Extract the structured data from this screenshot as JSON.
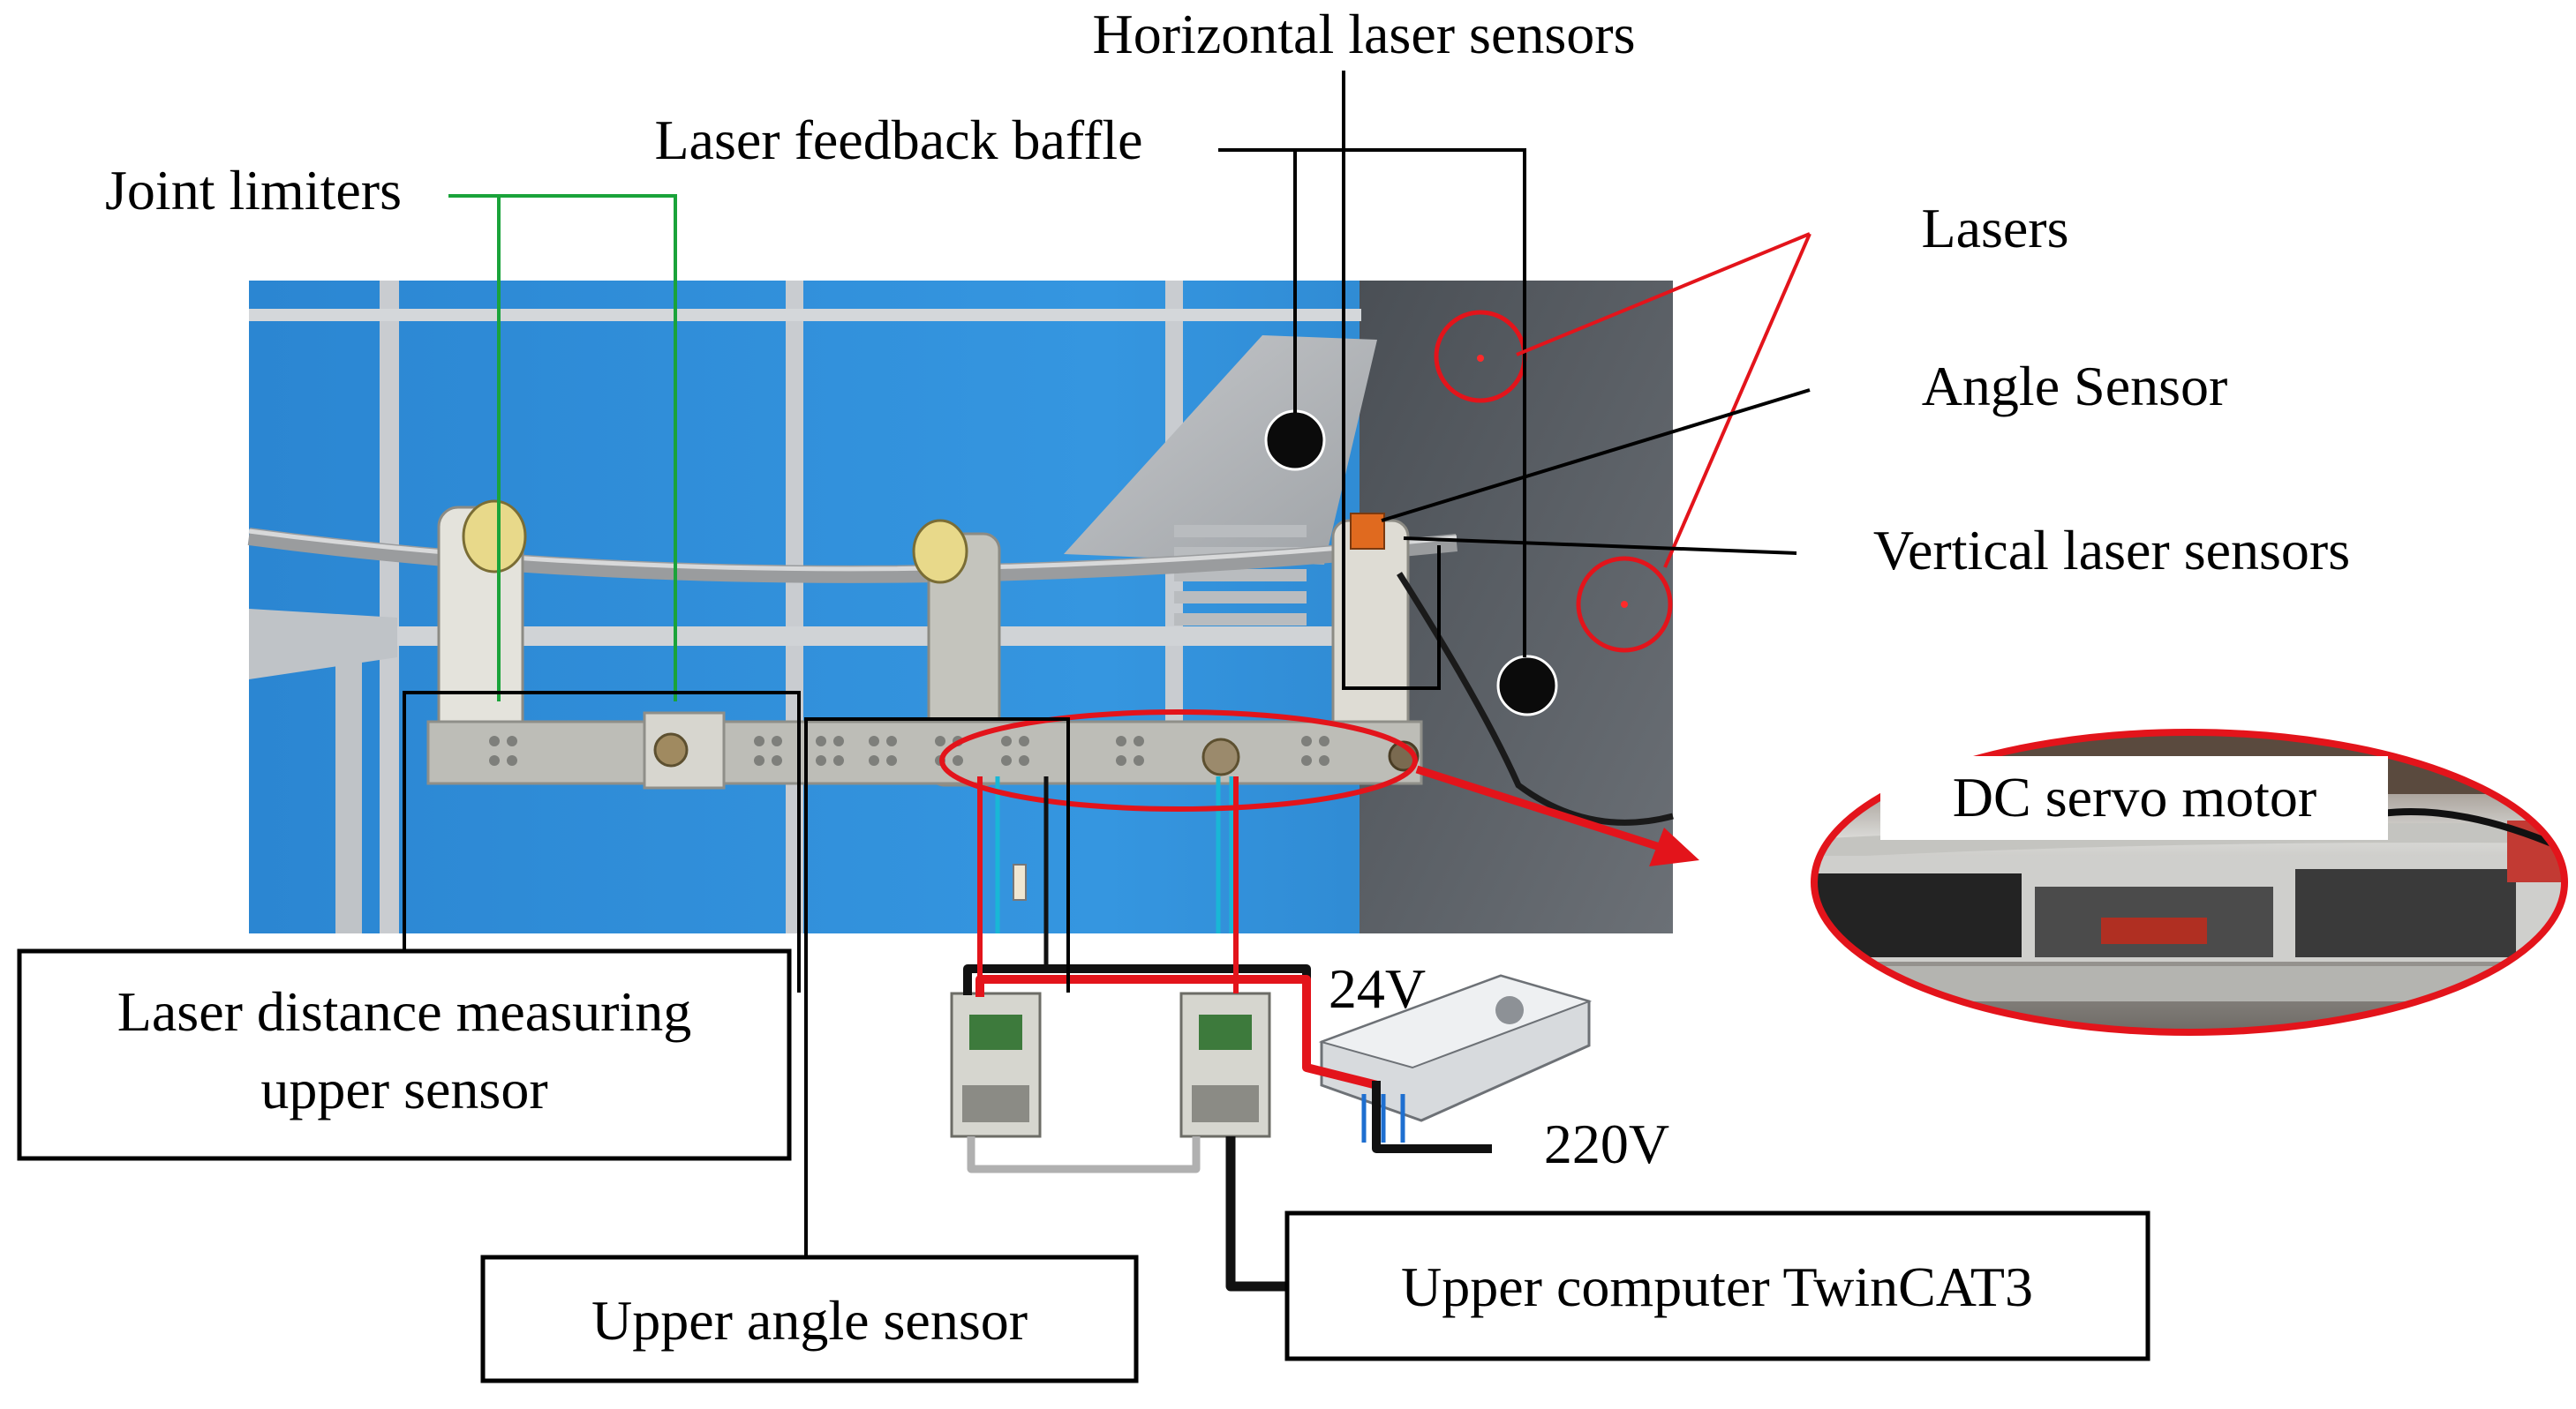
{
  "labels": {
    "horizontal_laser_sensors": "Horizontal laser sensors",
    "laser_feedback_baffle": "Laser feedback baffle",
    "joint_limiters": "Joint limiters",
    "lasers": "Lasers",
    "angle_sensor": "Angle Sensor",
    "vertical_laser_sensors": "Vertical laser sensors",
    "dc_servo_motor": "DC servo motor",
    "laser_distance_line1": "Laser distance measuring",
    "laser_distance_line2": "upper sensor",
    "upper_angle_sensor": "Upper angle sensor",
    "upper_computer": "Upper computer TwinCAT3",
    "v24": "24V",
    "v220": "220V"
  },
  "colors": {
    "wall_blue": "#2f8fd8",
    "frame_gray": "#c9ccd0",
    "arm_gray": "#b8b9b4",
    "leader_black": "#000000",
    "leader_green": "#1aa33a",
    "leader_red": "#e3141b",
    "wire_red": "#e3141b",
    "wire_black": "#111111",
    "wire_gray": "#b0b0b0"
  },
  "icons": [
    "laser-dot-icon",
    "sensor-dot-icon",
    "driver-board-icon",
    "power-supply-icon"
  ]
}
